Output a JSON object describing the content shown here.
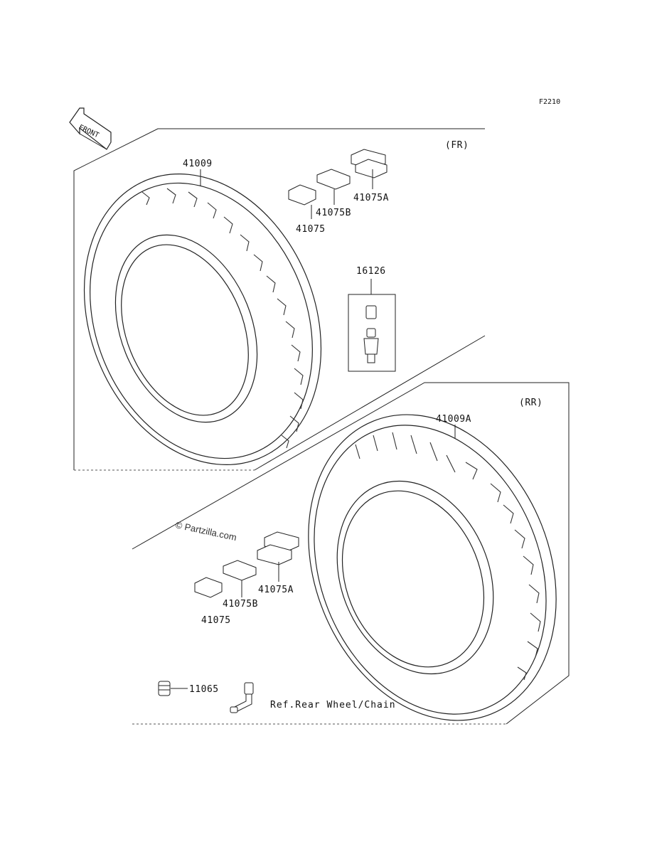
{
  "diagram": {
    "code": "F2210",
    "front_label": "FRONT",
    "front_section": {
      "label": "(FR)",
      "tire_part": "41009",
      "valve_part": "16126",
      "weights": [
        "41075A",
        "41075B",
        "41075"
      ]
    },
    "rear_section": {
      "label": "(RR)",
      "tire_part": "41009A",
      "weights": [
        "41075A",
        "41075B",
        "41075"
      ],
      "cap_part": "11065",
      "reference": "Ref.Rear Wheel/Chain"
    },
    "watermark": "© Partzilla.com"
  }
}
